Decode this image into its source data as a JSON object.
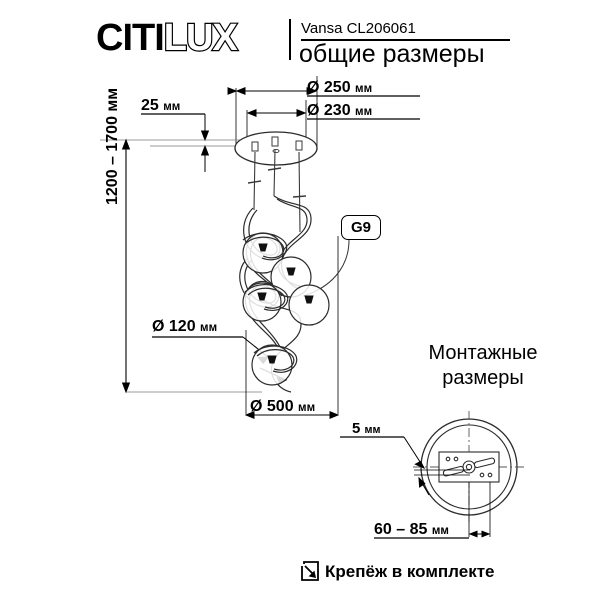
{
  "header": {
    "brand_solid": "CITI",
    "brand_outline": "LUX",
    "model": "Vansa CL206061",
    "subtitle": "общие размеры"
  },
  "dimensions": {
    "canopy_outer": "Ø 250",
    "canopy_outer_unit": "мм",
    "canopy_inner": "Ø 230",
    "canopy_inner_unit": "мм",
    "canopy_height": "25",
    "canopy_height_unit": "мм",
    "suspension_range": "1200 – 1700 мм",
    "shade_diameter": "Ø 120",
    "shade_diameter_unit": "мм",
    "overall_width": "Ø 500",
    "overall_width_unit": "мм",
    "plate_thickness": "5",
    "plate_thickness_unit": "мм",
    "mount_spacing": "60 – 85",
    "mount_spacing_unit": "мм"
  },
  "labels": {
    "socket": "G9",
    "mount_title_line1": "Монтажные",
    "mount_title_line2": "размеры",
    "footer_note": "Крепёж в комплекте",
    "footer_icon": "arrow-into-box-icon"
  },
  "colors": {
    "ink": "#000000",
    "line": "#2b2b2b",
    "thin": "#555555",
    "background": "#ffffff"
  }
}
